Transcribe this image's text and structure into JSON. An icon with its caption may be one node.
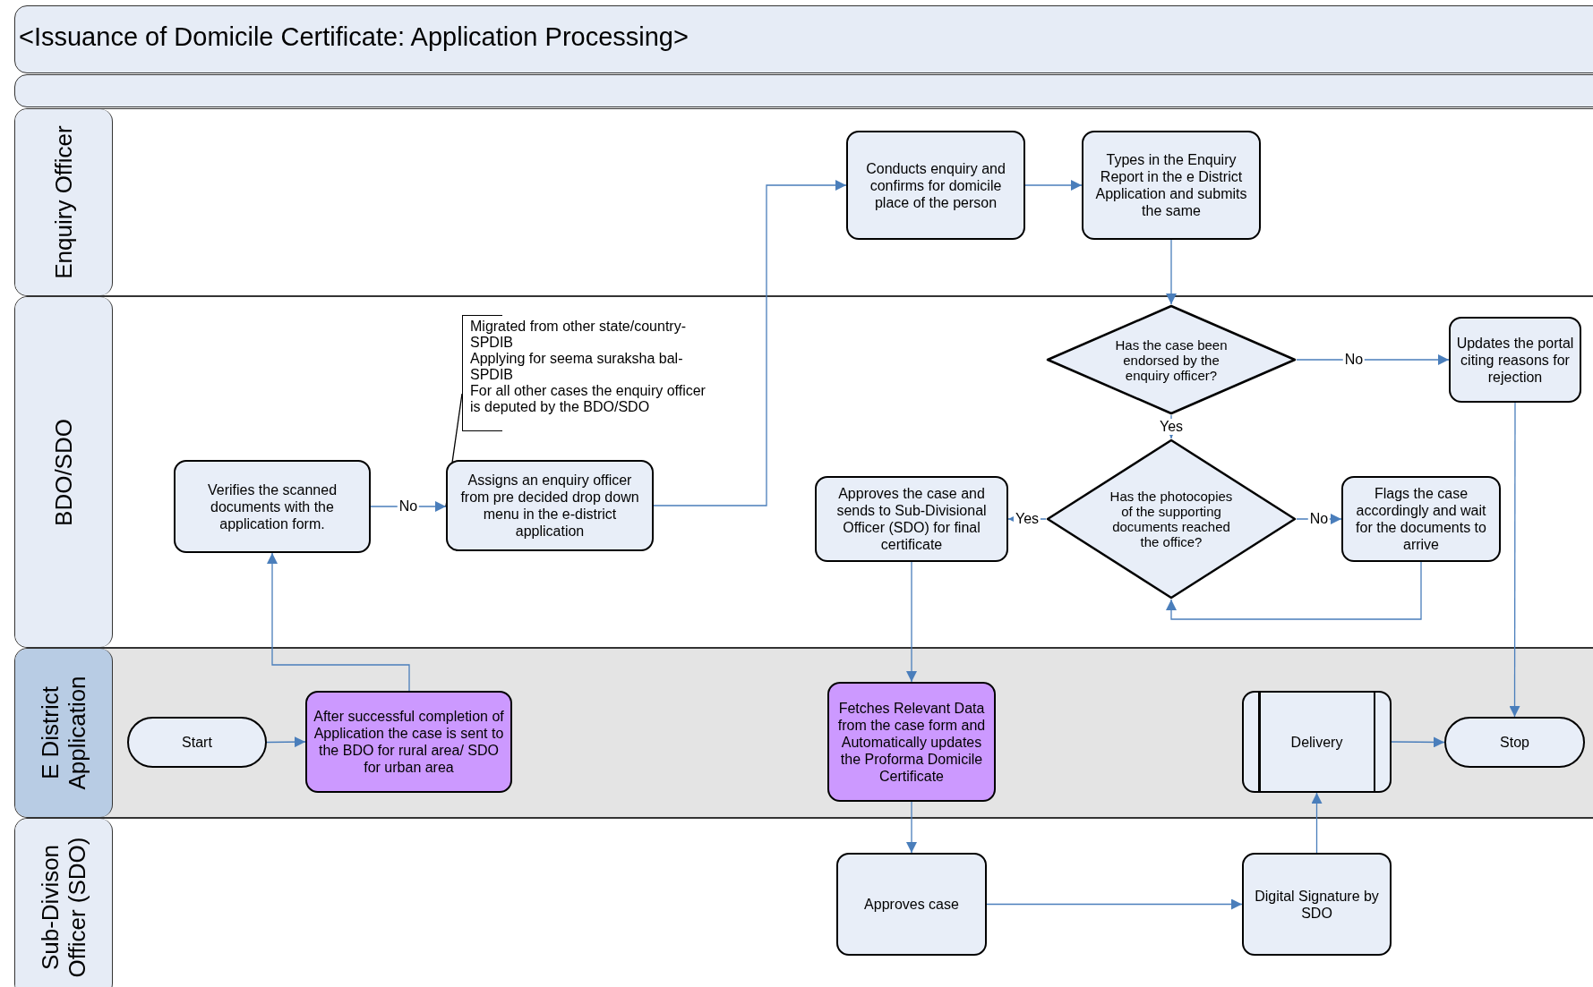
{
  "diagram": {
    "title": "<Issuance of Domicile Certificate: Application Processing>",
    "nodes": [
      {
        "text": [
          "Enquiry Officer"
        ]
      },
      {
        "text": [
          "BDO/SDO"
        ]
      },
      {
        "text": [
          "E District Application"
        ]
      },
      {
        "text": [
          "Sub-Divison Officer (SDO)"
        ]
      },
      {
        "text": [
          "Start"
        ],
        "in": 2
      },
      {
        "text": [
          "After successful completion of Application the case is sent to the BDO for rural area/ SDO for urban area"
        ],
        "in": 2
      },
      {
        "text": [
          "Verifies the scanned documents with the application form."
        ],
        "in": 1
      },
      {
        "text": [
          "Assigns an enquiry officer from pre decided drop down menu in the e-district application"
        ],
        "in": 1
      },
      {
        "text": [
          "Migrated from other state/country-SPDIB",
          "Applying for seema suraksha bal-SPDIB",
          "For all other cases the enquiry officer is deputed by the BDO/SDO"
        ],
        "in": 1
      },
      {
        "text": [
          "Conducts enquiry and confirms for domicile place of the person"
        ],
        "in": 0
      },
      {
        "text": [
          "Types in the Enquiry Report in the e District Application and submits the same"
        ],
        "in": 0
      },
      {
        "text": [
          "Has the case been endorsed by the enquiry officer?"
        ],
        "in": 1
      },
      {
        "text": [
          "Updates the portal citing reasons for rejection"
        ],
        "in": 1
      },
      {
        "text": [
          "Has the photocopies of the supporting documents reached the office?"
        ],
        "in": 1
      },
      {
        "text": [
          "Approves the case and sends to Sub-Divisional Officer (SDO) for final certificate"
        ],
        "in": 1
      },
      {
        "text": [
          "Flags the case accordingly and wait for the documents to arrive"
        ],
        "in": 1
      },
      {
        "text": [
          "Fetches Relevant Data from the case form and Automatically updates the Proforma Domicile Certificate"
        ],
        "in": 2
      },
      {
        "text": [
          "Delivery"
        ],
        "in": 2
      },
      {
        "text": [
          "Stop"
        ],
        "in": 2
      },
      {
        "text": [
          "Approves case"
        ],
        "in": 3
      },
      {
        "text": [
          "Digital Signature by SDO"
        ],
        "in": 3
      }
    ],
    "edges": [
      {
        "from": 4,
        "to": 5,
        "arrow": "to"
      },
      {
        "from": 5,
        "to": 6,
        "arrow": "to"
      },
      {
        "from": 6,
        "to": 7,
        "arrow": "to",
        "label": "No"
      },
      {
        "from": 8,
        "to": 7,
        "arrow": "none",
        "color": "#000000"
      },
      {
        "from": 7,
        "to": 9,
        "arrow": "to"
      },
      {
        "from": 9,
        "to": 10,
        "arrow": "to"
      },
      {
        "from": 10,
        "to": 11,
        "arrow": "to"
      },
      {
        "from": 11,
        "to": 12,
        "arrow": "to",
        "label": "No"
      },
      {
        "from": 11,
        "to": 13,
        "arrow": "to",
        "label": "Yes"
      },
      {
        "from": 13,
        "to": 14,
        "arrow": "to",
        "label": "Yes"
      },
      {
        "from": 13,
        "to": 15,
        "arrow": "to",
        "label": "No"
      },
      {
        "from": 15,
        "to": 13,
        "arrow": "to"
      },
      {
        "from": 14,
        "to": 16,
        "arrow": "to"
      },
      {
        "from": 16,
        "to": 19,
        "arrow": "to"
      },
      {
        "from": 19,
        "to": 20,
        "arrow": "to"
      },
      {
        "from": 20,
        "to": 17,
        "arrow": "to"
      },
      {
        "from": 17,
        "to": 18,
        "arrow": "to"
      },
      {
        "from": 12,
        "to": 18,
        "arrow": "to"
      }
    ]
  }
}
